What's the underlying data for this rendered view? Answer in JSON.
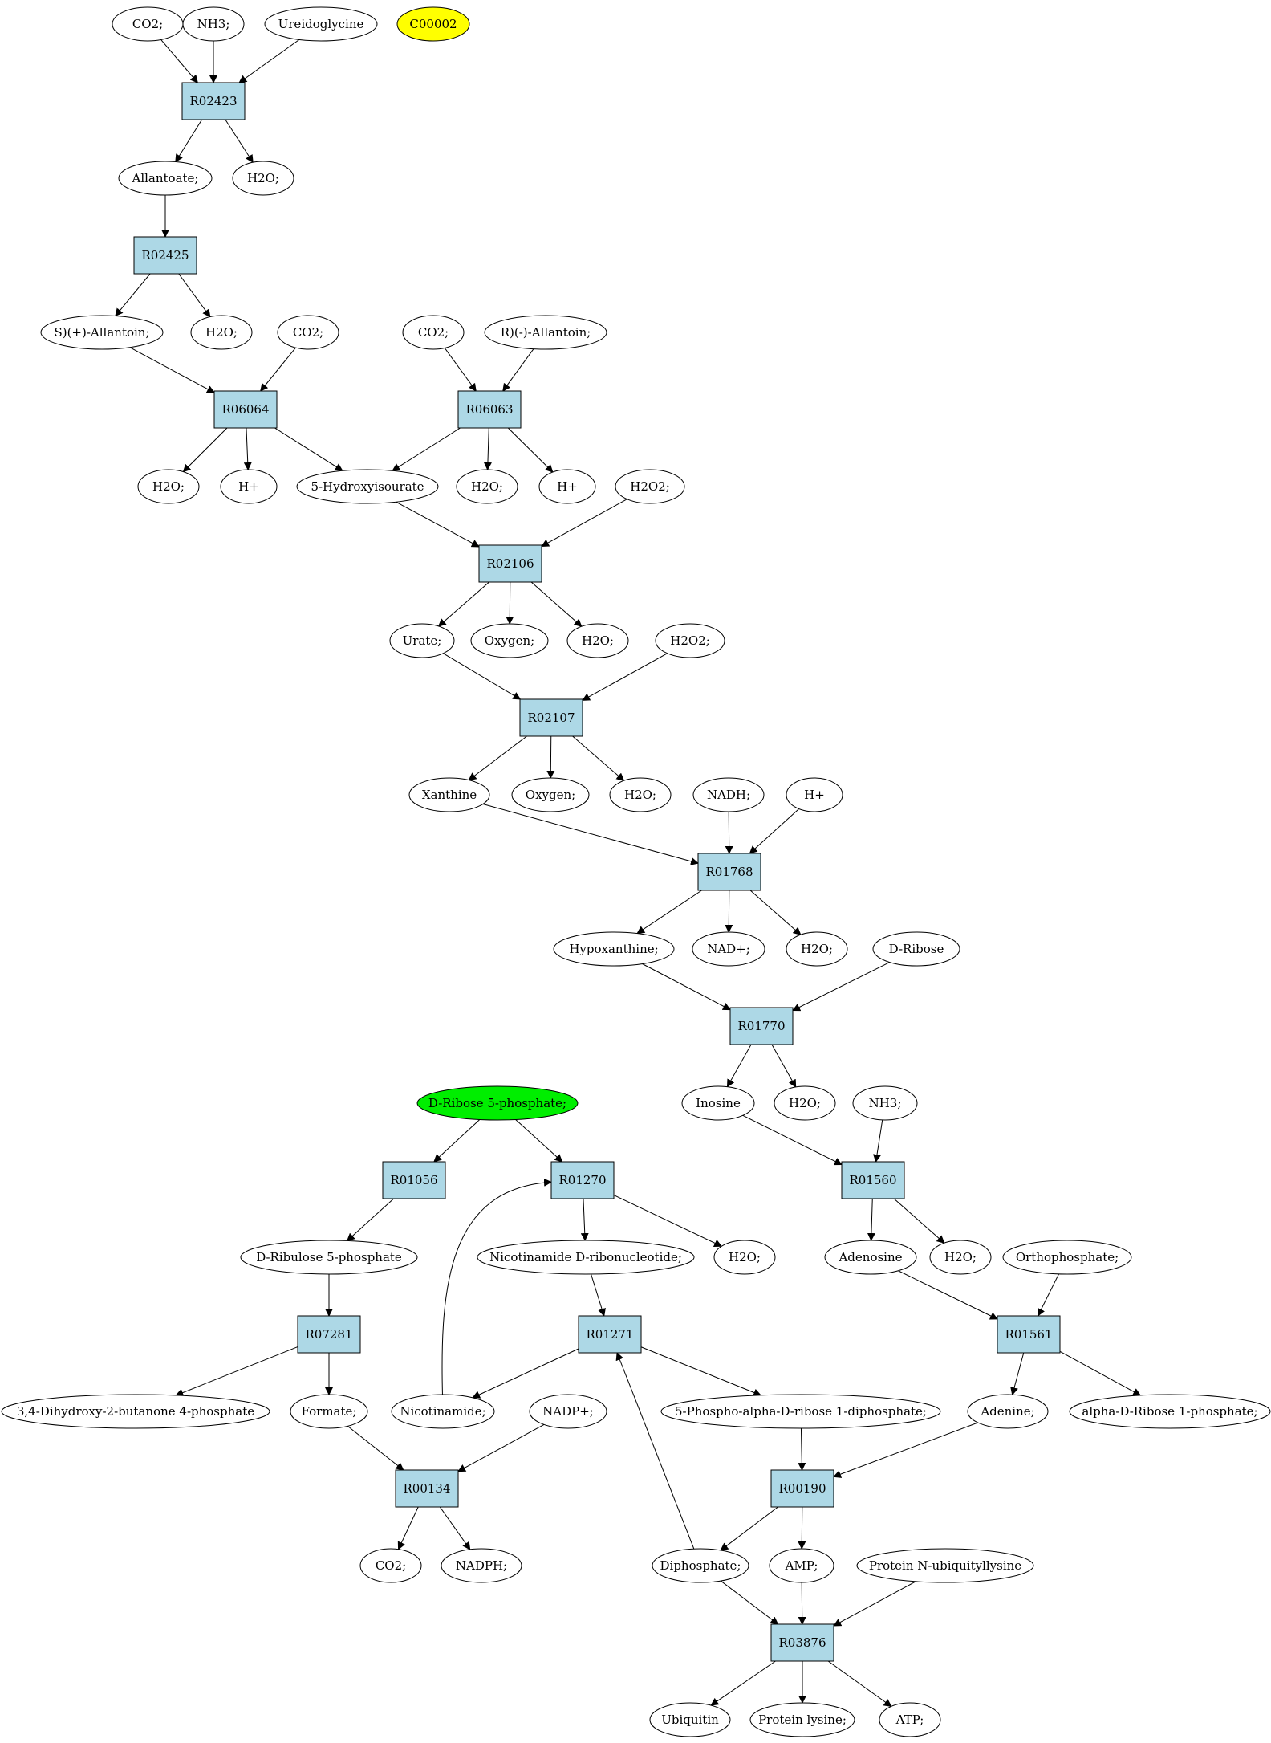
{
  "nodes": [
    {
      "id": "co2_a",
      "label": "CO2;",
      "shape": "ellipse"
    },
    {
      "id": "nh3_a",
      "label": "NH3;",
      "shape": "ellipse"
    },
    {
      "id": "ureido",
      "label": "Ureidoglycine",
      "shape": "ellipse"
    },
    {
      "id": "c00002",
      "label": "C00002",
      "shape": "ellipse",
      "fill": "#ffff00"
    },
    {
      "id": "r02423",
      "label": "R02423",
      "shape": "rect"
    },
    {
      "id": "allantoate",
      "label": "Allantoate;",
      "shape": "ellipse"
    },
    {
      "id": "h2o_a",
      "label": "H2O;",
      "shape": "ellipse"
    },
    {
      "id": "r02425",
      "label": "R02425",
      "shape": "rect"
    },
    {
      "id": "s_allantoin",
      "label": "S)(+)-Allantoin;",
      "shape": "ellipse"
    },
    {
      "id": "h2o_b",
      "label": "H2O;",
      "shape": "ellipse"
    },
    {
      "id": "co2_b",
      "label": "CO2;",
      "shape": "ellipse"
    },
    {
      "id": "co2_c",
      "label": "CO2;",
      "shape": "ellipse"
    },
    {
      "id": "r_allantoin",
      "label": "R)(-)-Allantoin;",
      "shape": "ellipse"
    },
    {
      "id": "r06064",
      "label": "R06064",
      "shape": "rect"
    },
    {
      "id": "r06063",
      "label": "R06063",
      "shape": "rect"
    },
    {
      "id": "h2o_c",
      "label": "H2O;",
      "shape": "ellipse"
    },
    {
      "id": "hplus_a",
      "label": "H+",
      "shape": "ellipse"
    },
    {
      "id": "hydroxy",
      "label": "5-Hydroxyisourate",
      "shape": "ellipse"
    },
    {
      "id": "h2o_d",
      "label": "H2O;",
      "shape": "ellipse"
    },
    {
      "id": "hplus_b",
      "label": "H+",
      "shape": "ellipse"
    },
    {
      "id": "h2o2_a",
      "label": "H2O2;",
      "shape": "ellipse"
    },
    {
      "id": "r02106",
      "label": "R02106",
      "shape": "rect"
    },
    {
      "id": "urate",
      "label": "Urate;",
      "shape": "ellipse"
    },
    {
      "id": "oxygen_a",
      "label": "Oxygen;",
      "shape": "ellipse"
    },
    {
      "id": "h2o_e",
      "label": "H2O;",
      "shape": "ellipse"
    },
    {
      "id": "h2o2_b",
      "label": "H2O2;",
      "shape": "ellipse"
    },
    {
      "id": "r02107",
      "label": "R02107",
      "shape": "rect"
    },
    {
      "id": "xanthine",
      "label": "Xanthine",
      "shape": "ellipse"
    },
    {
      "id": "oxygen_b",
      "label": "Oxygen;",
      "shape": "ellipse"
    },
    {
      "id": "h2o_f",
      "label": "H2O;",
      "shape": "ellipse"
    },
    {
      "id": "nadh",
      "label": "NADH;",
      "shape": "ellipse"
    },
    {
      "id": "hplus_c",
      "label": "H+",
      "shape": "ellipse"
    },
    {
      "id": "r01768",
      "label": "R01768",
      "shape": "rect"
    },
    {
      "id": "hypoxanthine",
      "label": "Hypoxanthine;",
      "shape": "ellipse"
    },
    {
      "id": "nadplus",
      "label": "NAD+;",
      "shape": "ellipse"
    },
    {
      "id": "h2o_g",
      "label": "H2O;",
      "shape": "ellipse"
    },
    {
      "id": "dribose",
      "label": "D-Ribose",
      "shape": "ellipse"
    },
    {
      "id": "r01770",
      "label": "R01770",
      "shape": "rect"
    },
    {
      "id": "inosine",
      "label": "Inosine",
      "shape": "ellipse"
    },
    {
      "id": "h2o_h",
      "label": "H2O;",
      "shape": "ellipse"
    },
    {
      "id": "nh3_b",
      "label": "NH3;",
      "shape": "ellipse"
    },
    {
      "id": "r01560",
      "label": "R01560",
      "shape": "rect"
    },
    {
      "id": "adenosine",
      "label": "Adenosine",
      "shape": "ellipse"
    },
    {
      "id": "h2o_i",
      "label": "H2O;",
      "shape": "ellipse"
    },
    {
      "id": "ortho",
      "label": "Orthophosphate;",
      "shape": "ellipse"
    },
    {
      "id": "r01561",
      "label": "R01561",
      "shape": "rect"
    },
    {
      "id": "adenine",
      "label": "Adenine;",
      "shape": "ellipse"
    },
    {
      "id": "alpha_r1p",
      "label": "alpha-D-Ribose 1-phosphate;",
      "shape": "ellipse"
    },
    {
      "id": "r5p",
      "label": "D-Ribose 5-phosphate;",
      "shape": "ellipse",
      "fill": "#00ee00"
    },
    {
      "id": "r01056",
      "label": "R01056",
      "shape": "rect"
    },
    {
      "id": "r01270",
      "label": "R01270",
      "shape": "rect"
    },
    {
      "id": "ru5p",
      "label": "D-Ribulose 5-phosphate",
      "shape": "ellipse"
    },
    {
      "id": "nmn",
      "label": "Nicotinamide D-ribonucleotide;",
      "shape": "ellipse"
    },
    {
      "id": "h2o_j",
      "label": "H2O;",
      "shape": "ellipse"
    },
    {
      "id": "r07281",
      "label": "R07281",
      "shape": "rect"
    },
    {
      "id": "r01271",
      "label": "R01271",
      "shape": "rect"
    },
    {
      "id": "dhbp",
      "label": "3,4-Dihydroxy-2-butanone 4-phosphate",
      "shape": "ellipse"
    },
    {
      "id": "formate",
      "label": "Formate;",
      "shape": "ellipse"
    },
    {
      "id": "nicotinamide",
      "label": "Nicotinamide;",
      "shape": "ellipse"
    },
    {
      "id": "nadpplus",
      "label": "NADP+;",
      "shape": "ellipse"
    },
    {
      "id": "prpp",
      "label": "5-Phospho-alpha-D-ribose 1-diphosphate;",
      "shape": "ellipse"
    },
    {
      "id": "r00134",
      "label": "R00134",
      "shape": "rect"
    },
    {
      "id": "r00190",
      "label": "R00190",
      "shape": "rect"
    },
    {
      "id": "co2_d",
      "label": "CO2;",
      "shape": "ellipse"
    },
    {
      "id": "nadph",
      "label": "NADPH;",
      "shape": "ellipse"
    },
    {
      "id": "diphosphate",
      "label": "Diphosphate;",
      "shape": "ellipse"
    },
    {
      "id": "amp",
      "label": "AMP;",
      "shape": "ellipse"
    },
    {
      "id": "protubi",
      "label": "Protein N-ubiquityllysine",
      "shape": "ellipse"
    },
    {
      "id": "r03876",
      "label": "R03876",
      "shape": "rect"
    },
    {
      "id": "ubiquitin",
      "label": "Ubiquitin",
      "shape": "ellipse"
    },
    {
      "id": "protlys",
      "label": "Protein lysine;",
      "shape": "ellipse"
    },
    {
      "id": "atp",
      "label": "ATP;",
      "shape": "ellipse"
    }
  ],
  "edges": [
    [
      "co2_a",
      "r02423"
    ],
    [
      "nh3_a",
      "r02423"
    ],
    [
      "ureido",
      "r02423"
    ],
    [
      "r02423",
      "allantoate"
    ],
    [
      "r02423",
      "h2o_a"
    ],
    [
      "allantoate",
      "r02425"
    ],
    [
      "r02425",
      "s_allantoin"
    ],
    [
      "r02425",
      "h2o_b"
    ],
    [
      "s_allantoin",
      "r06064"
    ],
    [
      "co2_b",
      "r06064"
    ],
    [
      "co2_c",
      "r06063"
    ],
    [
      "r_allantoin",
      "r06063"
    ],
    [
      "r06064",
      "h2o_c"
    ],
    [
      "r06064",
      "hplus_a"
    ],
    [
      "r06064",
      "hydroxy"
    ],
    [
      "r06063",
      "hydroxy"
    ],
    [
      "r06063",
      "h2o_d"
    ],
    [
      "r06063",
      "hplus_b"
    ],
    [
      "hydroxy",
      "r02106"
    ],
    [
      "h2o2_a",
      "r02106"
    ],
    [
      "r02106",
      "urate"
    ],
    [
      "r02106",
      "oxygen_a"
    ],
    [
      "r02106",
      "h2o_e"
    ],
    [
      "urate",
      "r02107"
    ],
    [
      "h2o2_b",
      "r02107"
    ],
    [
      "r02107",
      "xanthine"
    ],
    [
      "r02107",
      "oxygen_b"
    ],
    [
      "r02107",
      "h2o_f"
    ],
    [
      "xanthine",
      "r01768"
    ],
    [
      "nadh",
      "r01768"
    ],
    [
      "hplus_c",
      "r01768"
    ],
    [
      "r01768",
      "hypoxanthine"
    ],
    [
      "r01768",
      "nadplus"
    ],
    [
      "r01768",
      "h2o_g"
    ],
    [
      "hypoxanthine",
      "r01770"
    ],
    [
      "dribose",
      "r01770"
    ],
    [
      "r01770",
      "inosine"
    ],
    [
      "r01770",
      "h2o_h"
    ],
    [
      "inosine",
      "r01560"
    ],
    [
      "nh3_b",
      "r01560"
    ],
    [
      "r01560",
      "adenosine"
    ],
    [
      "r01560",
      "h2o_i"
    ],
    [
      "adenosine",
      "r01561"
    ],
    [
      "ortho",
      "r01561"
    ],
    [
      "r01561",
      "adenine"
    ],
    [
      "r01561",
      "alpha_r1p"
    ],
    [
      "r5p",
      "r01056"
    ],
    [
      "r5p",
      "r01270"
    ],
    [
      "r01056",
      "ru5p"
    ],
    [
      "r01270",
      "nmn"
    ],
    [
      "r01270",
      "h2o_j"
    ],
    [
      "ru5p",
      "r07281"
    ],
    [
      "nmn",
      "r01271"
    ],
    [
      "r07281",
      "dhbp"
    ],
    [
      "r07281",
      "formate"
    ],
    [
      "r01271",
      "nicotinamide"
    ],
    [
      "r01271",
      "prpp"
    ],
    [
      "nicotinamide",
      "r01270"
    ],
    [
      "formate",
      "r00134"
    ],
    [
      "nadpplus",
      "r00134"
    ],
    [
      "r00134",
      "co2_d"
    ],
    [
      "r00134",
      "nadph"
    ],
    [
      "prpp",
      "r00190"
    ],
    [
      "adenine",
      "r00190"
    ],
    [
      "r00190",
      "diphosphate"
    ],
    [
      "r00190",
      "amp"
    ],
    [
      "diphosphate",
      "r01271"
    ],
    [
      "diphosphate",
      "r03876"
    ],
    [
      "amp",
      "r03876"
    ],
    [
      "protubi",
      "r03876"
    ],
    [
      "r03876",
      "ubiquitin"
    ],
    [
      "r03876",
      "protlys"
    ],
    [
      "r03876",
      "atp"
    ]
  ],
  "colors": {
    "reaction_fill": "#add8e6",
    "compound_fill": "#ffffff",
    "stroke": "#000000"
  }
}
